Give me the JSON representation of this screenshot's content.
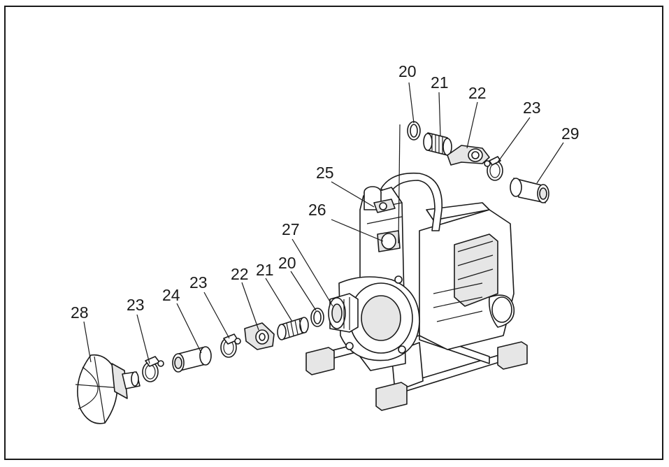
{
  "diagram": {
    "callouts": [
      {
        "id": "c20a",
        "text": "20"
      },
      {
        "id": "c21a",
        "text": "21"
      },
      {
        "id": "c22a",
        "text": "22"
      },
      {
        "id": "c23a",
        "text": "23"
      },
      {
        "id": "c29",
        "text": "29"
      },
      {
        "id": "c25",
        "text": "25"
      },
      {
        "id": "c26",
        "text": "26"
      },
      {
        "id": "c27",
        "text": "27"
      },
      {
        "id": "c20b",
        "text": "20"
      },
      {
        "id": "c21b",
        "text": "21"
      },
      {
        "id": "c22b",
        "text": "22"
      },
      {
        "id": "c23b",
        "text": "23"
      },
      {
        "id": "c24",
        "text": "24"
      },
      {
        "id": "c23c",
        "text": "23"
      },
      {
        "id": "c28",
        "text": "28"
      }
    ]
  },
  "colors": {
    "line": "#1a1a1a",
    "fill": "#e6e6e6",
    "background": "#ffffff"
  }
}
